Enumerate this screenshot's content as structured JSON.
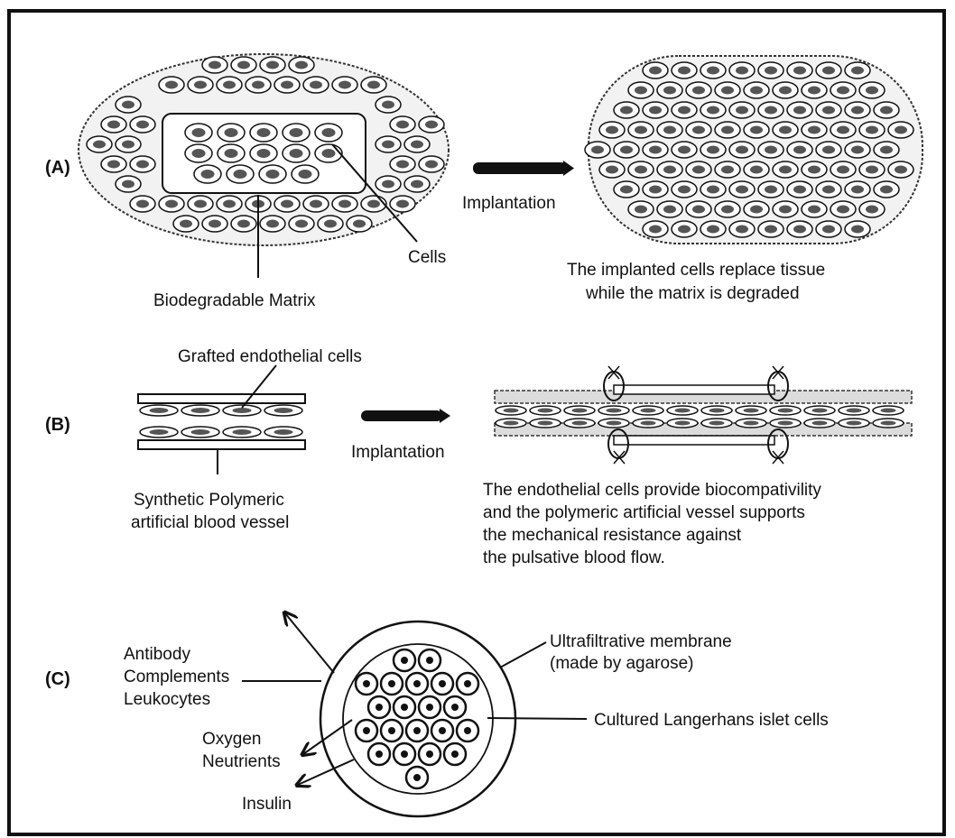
{
  "panel_a": {
    "tag": "(A)",
    "arrow_label": "Implantation",
    "cells_label": "Cells",
    "matrix_label": "Biodegradable Matrix",
    "result_line1": "The implanted cells replace tissue",
    "result_line2": "while the matrix is degraded"
  },
  "panel_b": {
    "tag": "(B)",
    "graft_label": "Grafted endothelial cells",
    "arrow_label": "Implantation",
    "vessel_line1": "Synthetic Polymeric",
    "vessel_line2": "artificial blood vessel",
    "result_line1": "The endothelial cells provide biocompativility",
    "result_line2": "and the polymeric artificial vessel supports",
    "result_line3": "the mechanical resistance against",
    "result_line4": "the pulsative blood flow."
  },
  "panel_c": {
    "tag": "(C)",
    "blocked_line1": "Antibody",
    "blocked_line2": "Complements",
    "blocked_line3": "Leukocytes",
    "nutrient_line1": "Oxygen",
    "nutrient_line2": "Neutrients",
    "insulin_label": "Insulin",
    "membrane_line1": "Ultrafiltrative membrane",
    "membrane_line2": "(made by agarose)",
    "islet_label": "Cultured Langerhans islet cells"
  },
  "colors": {
    "ink": "#111111",
    "background": "#ffffff"
  }
}
